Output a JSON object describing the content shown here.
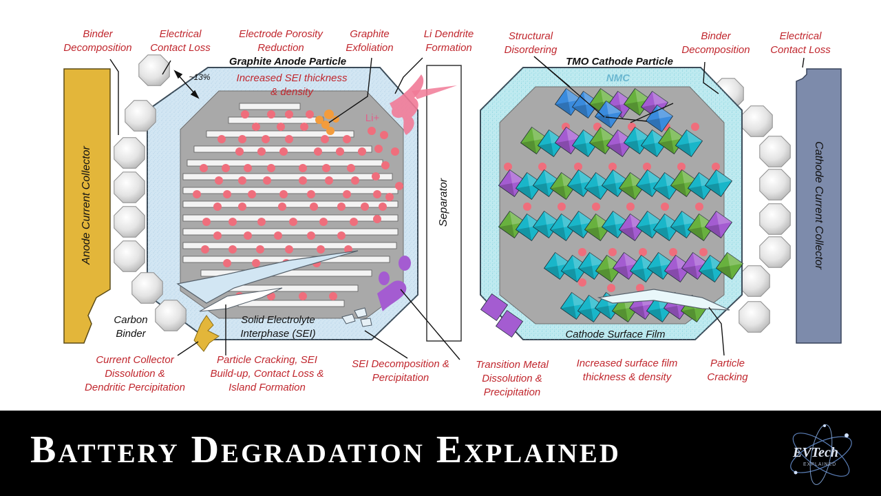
{
  "title": "Battery Degradation Explained",
  "colors": {
    "label_red": "#c0262d",
    "anode_collector": "#e3b63a",
    "cathode_collector": "#7d8bab",
    "sei": "#d2e6f3",
    "cathode_film": "#bfeaf0",
    "particle_core": "#a9a9a9",
    "lithium_ion": "#ef6e7c",
    "cyan_crystal": "#19b6c9",
    "purple_crystal": "#a45cd1",
    "green_crystal": "#68b13e",
    "blue_crystal": "#3a8bdd",
    "banner": "#000000"
  },
  "anode": {
    "particle_title": "Graphite Anode Particle",
    "collector_label": "Anode Current Collector",
    "binder_label": "Carbon Binder",
    "sei_label": "Solid Electrolyte Interphase (SEI)",
    "expansion_label": "~13%",
    "li_label": "Li+"
  },
  "separator_label": "Separator",
  "cathode": {
    "particle_title": "TMO Cathode Particle",
    "chemistry_label": "NMC",
    "collector_label": "Cathode Current Collector",
    "film_label": "Cathode Surface Film"
  },
  "callouts": {
    "binder_decomposition_left": "Binder Decomposition",
    "contact_loss_left": "Electrical Contact Loss",
    "porosity_reduction": "Electrode Porosity Reduction",
    "graphite_exfoliation": "Graphite Exfoliation",
    "li_dendrite": "Li Dendrite Formation",
    "structural_disordering": "Structural Disordering",
    "binder_decomposition_right": "Binder Decomposition",
    "contact_loss_right": "Electrical Contact Loss",
    "sei_thickness": "Increased SEI thickness & density",
    "collector_dissolution": "Current Collector Dissolution & Dendritic Percipitation",
    "particle_cracking_sei": "Particle Cracking, SEI Build-up, Contact Loss & Island Formation",
    "sei_decomposition": "SEI Decomposition & Percipitation",
    "tm_dissolution": "Transition Metal Dissolution & Precipitation",
    "film_thickness": "Increased surface film thickness & density",
    "particle_cracking": "Particle Cracking"
  },
  "logo": {
    "brand": "EVTech",
    "tagline": "EXPLAINED"
  }
}
